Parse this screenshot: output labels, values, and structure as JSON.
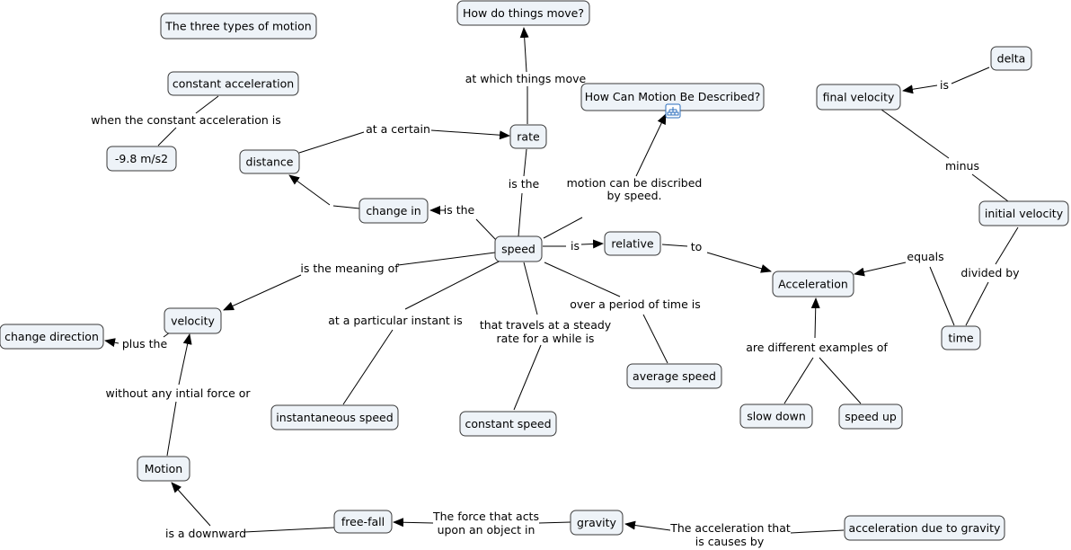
{
  "nodes": {
    "three_types": "The three types of motion",
    "how_move": "How do things move?",
    "how_described": "How Can Motion Be Described?",
    "constant_acceleration": "constant acceleration",
    "neg_98": "-9.8 m/s2",
    "distance": "distance",
    "rate": "rate",
    "change_in": "change in",
    "speed": "speed",
    "relative": "relative",
    "acceleration": "Acceleration",
    "velocity": "velocity",
    "change_direction": "change direction",
    "instantaneous_speed": "instantaneous speed",
    "constant_speed": "constant speed",
    "average_speed": "average speed",
    "slow_down": "slow down",
    "speed_up": "speed up",
    "delta": "delta",
    "final_velocity": "final velocity",
    "initial_velocity": "initial velocity",
    "time": "time",
    "motion": "Motion",
    "free_fall": "free-fall",
    "gravity": "gravity",
    "accel_gravity": "acceleration due to gravity"
  },
  "labels": {
    "at_which": "at which things move",
    "when_constant": "when the constant acceleration is",
    "at_certain": "at a certain",
    "is_the_1": "is the",
    "is_the_2": "is the",
    "motion_described_1": "motion can be discribed",
    "motion_described_2": "by speed.",
    "is_relative": "is",
    "to": "to",
    "is_meaning": "is the meaning of",
    "particular_instant": "at a particular instant is",
    "steady_1": "that travels at a steady",
    "steady_2": "rate for a while is",
    "over_period": "over a period of time is",
    "different_examples": "are different examples of",
    "is_delta": "is",
    "minus": "minus",
    "equals": "equals",
    "divided_by": "divided by",
    "plus_the": "plus the",
    "without_force": "without any intial force or",
    "downward": "is a downward",
    "force_acts_1": "The force that acts",
    "force_acts_2": "upon an object in",
    "accel_causes_1": "The acceleration that",
    "accel_causes_2": "is causes by"
  },
  "badge_icon": "concept-map-icon"
}
